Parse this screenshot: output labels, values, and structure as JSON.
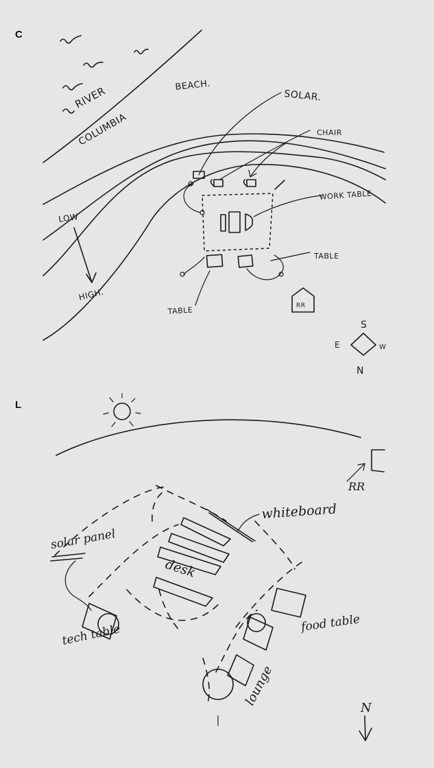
{
  "panels": [
    {
      "label": "C",
      "labels": {
        "river": "RIVER",
        "columbia": "COLUMBIA",
        "beach": "BEACH.",
        "solar": "SOLAR.",
        "chair": "CHAIR",
        "work_table": "WORK TABLE",
        "table_right": "TABLE",
        "table_bottom": "TABLE",
        "low": "LOW",
        "high": "HIGH.",
        "restroom": "RR",
        "compass_s": "S",
        "compass_e": "E",
        "compass_n": "N",
        "compass_w": "W"
      }
    },
    {
      "label": "L",
      "labels": {
        "restroom": "RR",
        "whiteboard": "whiteboard",
        "solar_panel": "solar panel",
        "desk": "desk",
        "tech_table": "tech table",
        "food_table": "food table",
        "lounge": "lounge",
        "north": "N"
      }
    }
  ]
}
